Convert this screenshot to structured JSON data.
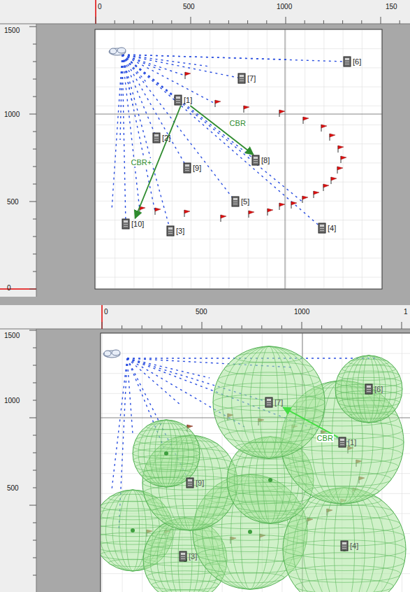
{
  "diagram": {
    "nodes": [
      {
        "text": [
          "[1]"
        ]
      },
      {
        "text": [
          "[2]"
        ]
      },
      {
        "text": [
          "[3]"
        ]
      },
      {
        "text": [
          "[4]"
        ]
      },
      {
        "text": [
          "[5]"
        ]
      },
      {
        "text": [
          "[6]"
        ]
      },
      {
        "text": [
          "[7]"
        ]
      },
      {
        "text": [
          "[8]"
        ]
      },
      {
        "text": [
          "[9]"
        ]
      },
      {
        "text": [
          "[10]"
        ]
      },
      {
        "text": [
          "[7]"
        ]
      },
      {
        "text": [
          "[6]"
        ]
      },
      {
        "text": [
          "[1]"
        ]
      },
      {
        "text": [
          "[9]"
        ]
      },
      {
        "text": [
          "[4]"
        ]
      },
      {
        "text": [
          "[3]"
        ]
      }
    ],
    "edges": [
      {
        "from": 0,
        "to": 7,
        "arrow": "to",
        "label": "CBR"
      },
      {
        "from": 0,
        "to": 9,
        "arrow": "to",
        "label": "CBR+"
      },
      {
        "from": 12,
        "to": 10,
        "arrow": "to",
        "label": "CBR"
      }
    ],
    "labels": [
      "0",
      "500",
      "1000",
      "150",
      "1500",
      "1000",
      "500",
      "0",
      "0",
      "500",
      "1000",
      "1",
      "1500",
      "1000",
      "500"
    ]
  }
}
